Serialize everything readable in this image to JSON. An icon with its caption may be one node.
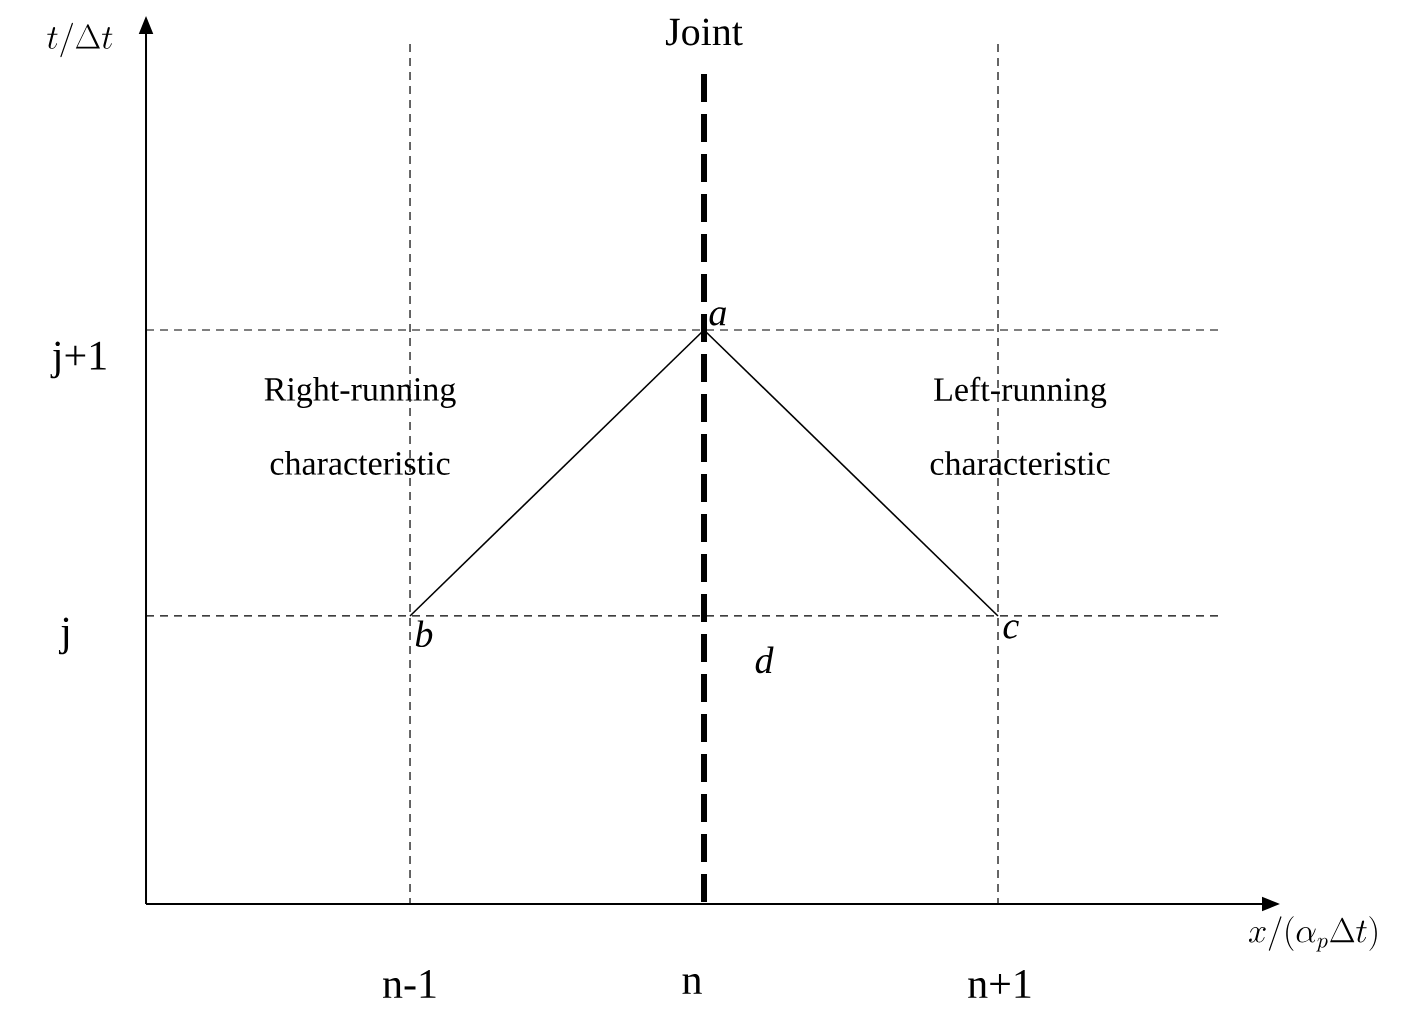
{
  "diagram": {
    "nodes": [
      {
        "text": [
          "a"
        ]
      },
      {
        "text": [
          "b"
        ]
      },
      {
        "text": [
          "c"
        ]
      }
    ],
    "edges": [
      {
        "from": 1,
        "to": 0,
        "arrow": "none"
      },
      {
        "from": 2,
        "to": 0,
        "arrow": "none"
      }
    ],
    "labels": [
      "Joint",
      "t/\\Delta t",
      "j+1",
      "Right-running characteristic",
      "Left-running characteristic",
      "j",
      "d",
      "x/(\\alpha_{p}\\Delta t)",
      "n-1",
      "n",
      "n+1"
    ]
  }
}
